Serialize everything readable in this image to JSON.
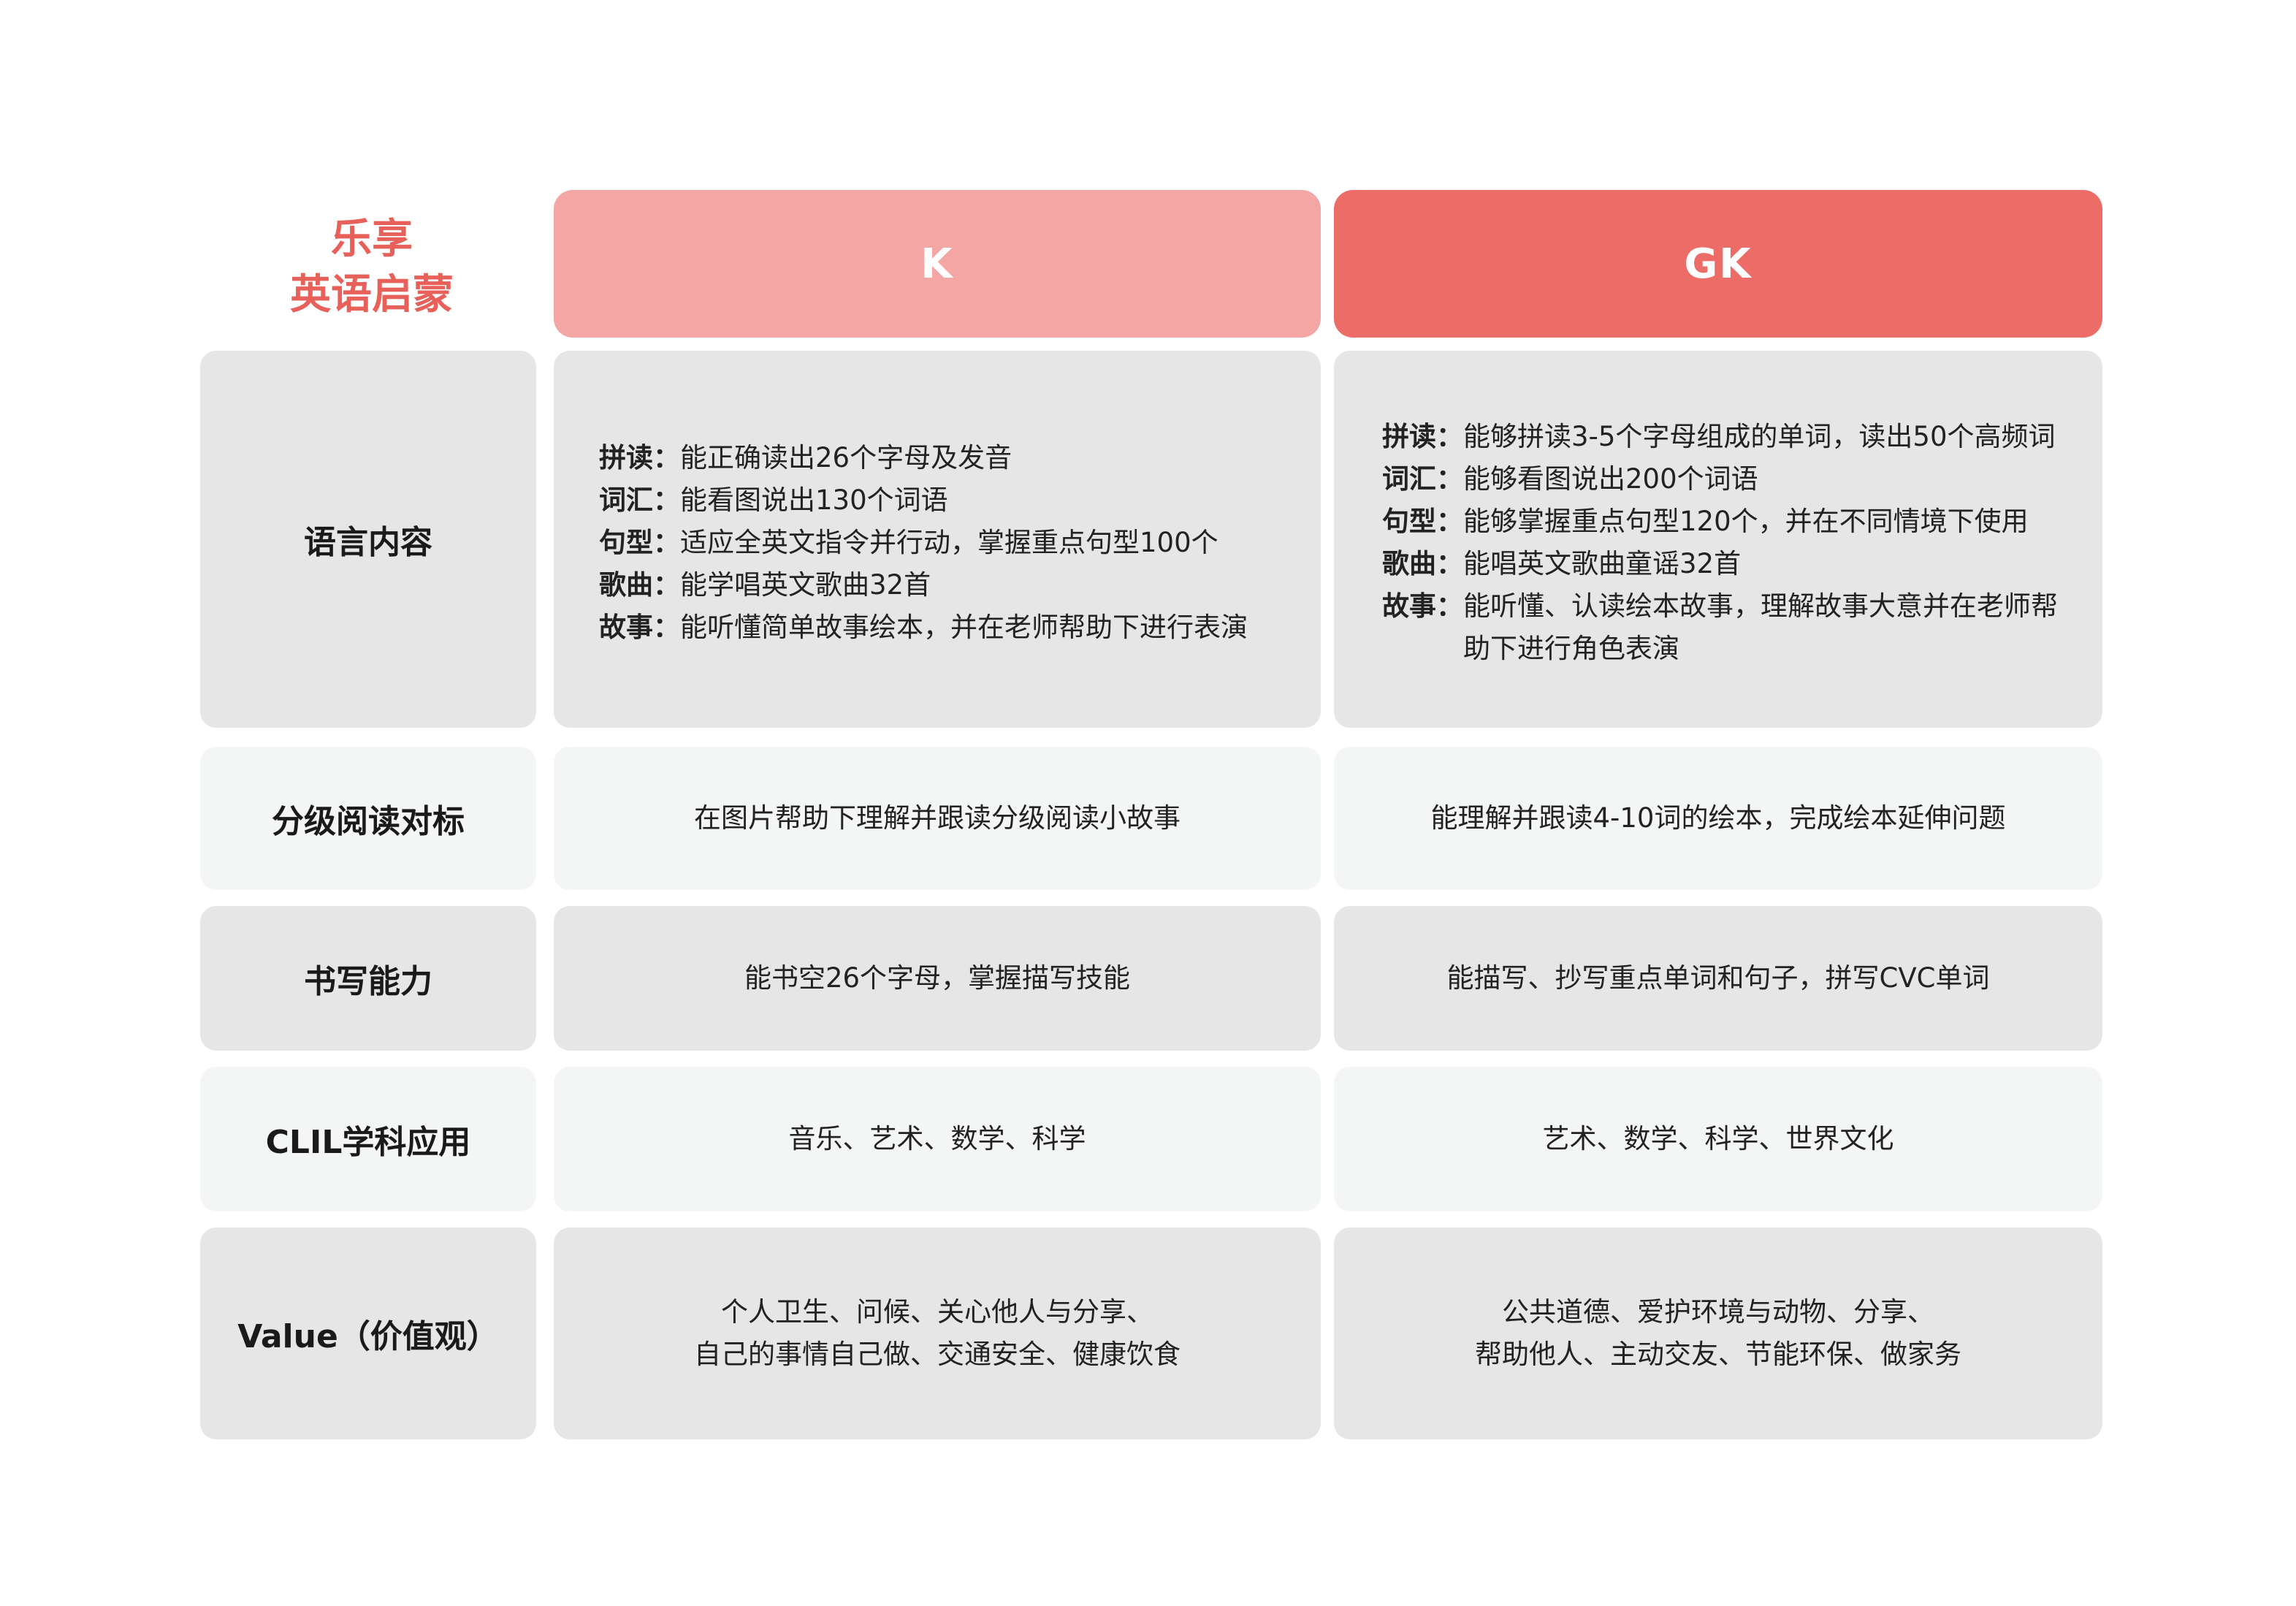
{
  "brand": {
    "line1": "乐享",
    "line2": "英语启蒙"
  },
  "columns": {
    "k": "K",
    "gk": "GK"
  },
  "colors": {
    "k_header": "#f4a6a5",
    "gk_header": "#ec6d68",
    "brand": "#e8605a",
    "cell_dark": "#e6e6e6",
    "cell_light": "#f4f6f5"
  },
  "rows": {
    "language": {
      "label": "语言内容",
      "k": [
        {
          "key": "拼读：",
          "value": "能正确读出26个字母及发音"
        },
        {
          "key": "词汇：",
          "value": "能看图说出130个词语"
        },
        {
          "key": "句型：",
          "value": "适应全英文指令并行动，掌握重点句型100个"
        },
        {
          "key": "歌曲：",
          "value": "能学唱英文歌曲32首"
        },
        {
          "key": "故事：",
          "value": "能听懂简单故事绘本，并在老师帮助下进行表演"
        }
      ],
      "gk": [
        {
          "key": "拼读：",
          "value": "能够拼读3-5个字母组成的单词，读出50个高频词"
        },
        {
          "key": "词汇：",
          "value": "能够看图说出200个词语"
        },
        {
          "key": "句型：",
          "value": "能够掌握重点句型120个，并在不同情境下使用"
        },
        {
          "key": "歌曲：",
          "value": "能唱英文歌曲童谣32首"
        },
        {
          "key": "故事：",
          "value": "能听懂、认读绘本故事，理解故事大意并在老师帮助下进行角色表演"
        }
      ]
    },
    "reading": {
      "label": "分级阅读对标",
      "k": "在图片帮助下理解并跟读分级阅读小故事",
      "gk": "能理解并跟读4-10词的绘本，完成绘本延伸问题"
    },
    "writing": {
      "label": "书写能力",
      "k": "能书空26个字母，掌握描写技能",
      "gk": "能描写、抄写重点单词和句子，拼写CVC单词"
    },
    "clil": {
      "label": "CLIL学科应用",
      "k": "音乐、艺术、数学、科学",
      "gk": "艺术、数学、科学、世界文化"
    },
    "value": {
      "label": "Value（价值观）",
      "k_line1": "个人卫生、问候、关心他人与分享、",
      "k_line2": "自己的事情自己做、交通安全、健康饮食",
      "gk_line1": "公共道德、爱护环境与动物、分享、",
      "gk_line2": "帮助他人、主动交友、节能环保、做家务"
    }
  }
}
